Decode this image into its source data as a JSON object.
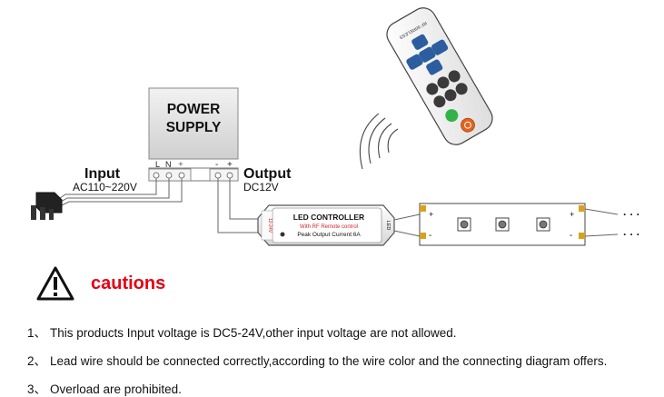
{
  "power_supply": {
    "line1": "POWER",
    "line2": "SUPPLY",
    "terminals_in": [
      "L",
      "N",
      "+"
    ],
    "terminals_out": [
      "-",
      "+"
    ]
  },
  "input": {
    "title": "Input",
    "spec": "AC110~220V"
  },
  "output": {
    "title": "Output",
    "spec": "DC12V"
  },
  "controller": {
    "title": "LED CONTROLLER",
    "subtitle": "With RF Remote control",
    "rating": "Peak Output Current:6A",
    "side_label": "12-24V",
    "right_label": "LED"
  },
  "remote": {
    "label": "RF WIRELESS"
  },
  "strip": {
    "plus": "+",
    "minus": "-",
    "ellipsis": "· · ·"
  },
  "cautions": {
    "title": "cautions",
    "items": [
      {
        "num": "1、",
        "text": "This products Input voltage is DC5-24V,other input voltage are not allowed."
      },
      {
        "num": "2、",
        "text": "Lead wire should be connected correctly,according to the wire color and the connecting diagram offers."
      },
      {
        "num": "3、",
        "text": "Overload are prohibited."
      }
    ]
  },
  "colors": {
    "caution_red": "#e60012",
    "remote_button_blue": "#2c5d9e",
    "power_button": "#e2631c",
    "ok_button": "#32b34a",
    "strip_pad": "#d9a21b"
  }
}
